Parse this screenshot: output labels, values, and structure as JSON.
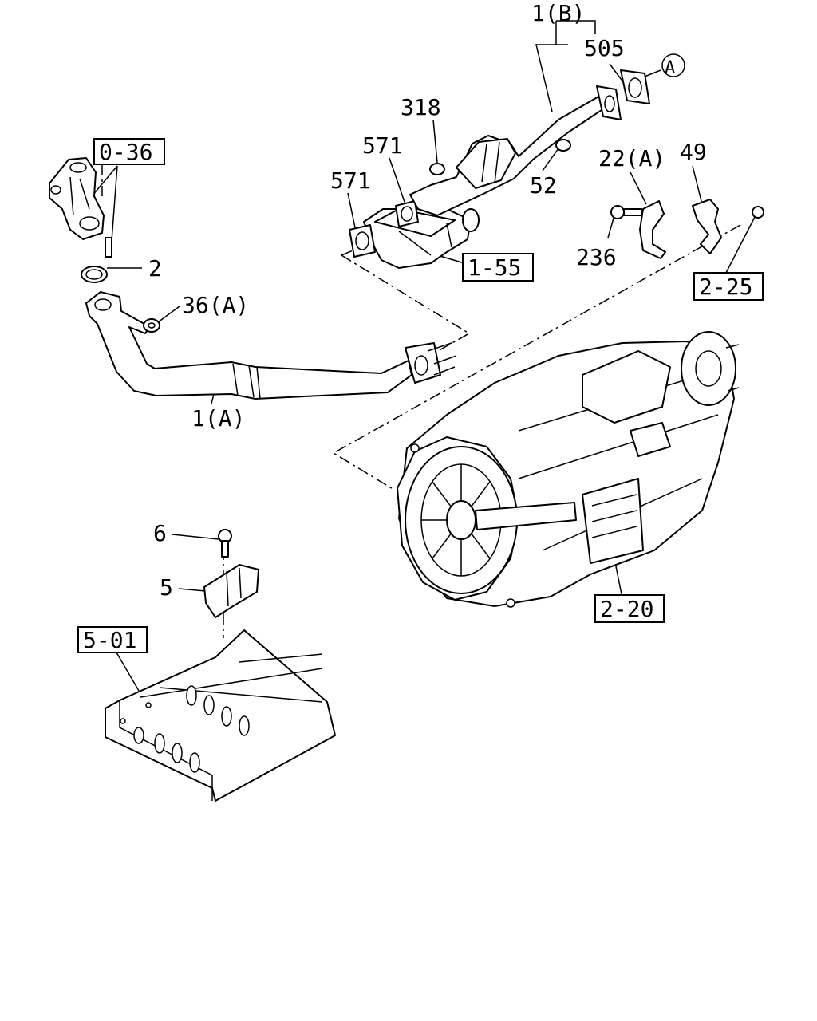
{
  "callouts": {
    "c1b": "1(B)",
    "c505": "505",
    "c318": "318",
    "c571a": "571",
    "c571b": "571",
    "c52": "52",
    "c22a": "22(A)",
    "c49": "49",
    "c236": "236",
    "c2": "2",
    "c36a": "36(A)",
    "c1a": "1(A)",
    "c6": "6",
    "c5": "5",
    "cA": "A"
  },
  "references": {
    "r036": "0-36",
    "r155": "1-55",
    "r225": "2-25",
    "r220": "2-20",
    "r501": "5-01"
  },
  "colors": {
    "line": "#000000",
    "background": "#ffffff"
  }
}
